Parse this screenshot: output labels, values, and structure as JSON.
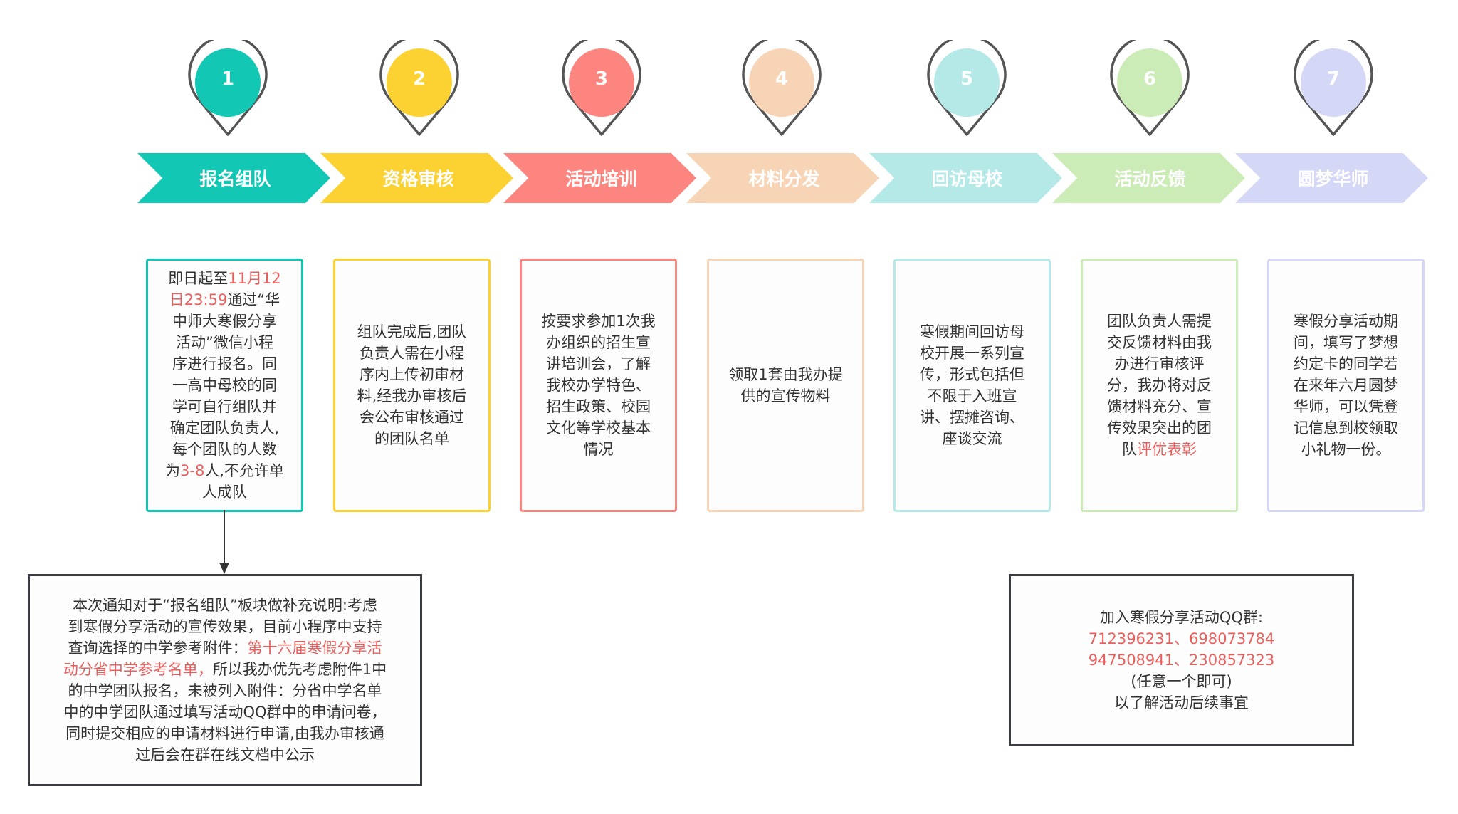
{
  "colors": {
    "steps": [
      "#12c8b4",
      "#fcd232",
      "#fd8580",
      "#f7d4b5",
      "#b4e9e8",
      "#cbecb6",
      "#d5d7f6"
    ],
    "highlight": "#e8605e",
    "pin_outline": "#555555"
  },
  "steps": [
    {
      "number": "1",
      "title": "报名组队",
      "lines": [
        [
          {
            "t": "即日起至"
          },
          {
            "t": "11月12",
            "hl": true
          }
        ],
        [
          {
            "t": "日23:59",
            "hl": true
          },
          {
            "t": "通过“华"
          }
        ],
        [
          {
            "t": "中师大寒假分享"
          }
        ],
        [
          {
            "t": "活动”微信小程"
          }
        ],
        [
          {
            "t": "序进行报名。同"
          }
        ],
        [
          {
            "t": "一高中母校的同"
          }
        ],
        [
          {
            "t": "学可自行组队并"
          }
        ],
        [
          {
            "t": "确定团队负责人,"
          }
        ],
        [
          {
            "t": "每个团队的人数"
          }
        ],
        [
          {
            "t": "为"
          },
          {
            "t": "3-8",
            "hl": true
          },
          {
            "t": "人,不允许单"
          }
        ],
        [
          {
            "t": "人成队"
          }
        ]
      ]
    },
    {
      "number": "2",
      "title": "资格审核",
      "lines": [
        [
          {
            "t": "组队完成后,团队"
          }
        ],
        [
          {
            "t": "负责人需在小程"
          }
        ],
        [
          {
            "t": "序内上传初审材"
          }
        ],
        [
          {
            "t": "料,经我办审核后"
          }
        ],
        [
          {
            "t": "会公布审核通过"
          }
        ],
        [
          {
            "t": "的团队名单"
          }
        ]
      ]
    },
    {
      "number": "3",
      "title": "活动培训",
      "lines": [
        [
          {
            "t": "按要求参加1次我"
          }
        ],
        [
          {
            "t": "办组织的招生宣"
          }
        ],
        [
          {
            "t": "讲培训会，了解"
          }
        ],
        [
          {
            "t": "我校办学特色、"
          }
        ],
        [
          {
            "t": "招生政策、校园"
          }
        ],
        [
          {
            "t": "文化等学校基本"
          }
        ],
        [
          {
            "t": "情况"
          }
        ]
      ]
    },
    {
      "number": "4",
      "title": "材料分发",
      "lines": [
        [
          {
            "t": "领取1套由我办提"
          }
        ],
        [
          {
            "t": "供的宣传物料"
          }
        ]
      ]
    },
    {
      "number": "5",
      "title": "回访母校",
      "lines": [
        [
          {
            "t": "寒假期间回访母"
          }
        ],
        [
          {
            "t": "校开展一系列宣"
          }
        ],
        [
          {
            "t": "传，形式包括但"
          }
        ],
        [
          {
            "t": "不限于入班宣"
          }
        ],
        [
          {
            "t": "讲、摆摊咨询、"
          }
        ],
        [
          {
            "t": "座谈交流"
          }
        ]
      ]
    },
    {
      "number": "6",
      "title": "活动反馈",
      "lines": [
        [
          {
            "t": "团队负责人需提"
          }
        ],
        [
          {
            "t": "交反馈材料由我"
          }
        ],
        [
          {
            "t": "办进行审核评"
          }
        ],
        [
          {
            "t": "分，我办将对反"
          }
        ],
        [
          {
            "t": "馈材料充分、宣"
          }
        ],
        [
          {
            "t": "传效果突出的团"
          }
        ],
        [
          {
            "t": "队"
          },
          {
            "t": "评优表彰",
            "hl": true
          }
        ]
      ]
    },
    {
      "number": "7",
      "title": "圆梦华师",
      "lines": [
        [
          {
            "t": "寒假分享活动期"
          }
        ],
        [
          {
            "t": "间，填写了梦想"
          }
        ],
        [
          {
            "t": "约定卡的同学若"
          }
        ],
        [
          {
            "t": "在来年六月圆梦"
          }
        ],
        [
          {
            "t": "华师，可以凭登"
          }
        ],
        [
          {
            "t": "记信息到校领取"
          }
        ],
        [
          {
            "t": "小礼物一份。"
          }
        ]
      ]
    }
  ],
  "supplement_note": {
    "lines": [
      [
        {
          "t": "本次通知对于“报名组队”板块做补充说明:考虑"
        }
      ],
      [
        {
          "t": "到寒假分享活动的宣传效果，目前小程序中支持"
        }
      ],
      [
        {
          "t": "查询选择的中学参考附件："
        },
        {
          "t": "第十六届寒假分享活",
          "hl": true
        }
      ],
      [
        {
          "t": "动分省中学参考名单，",
          "hl": true
        },
        {
          "t": "所以我办优先考虑附件1中"
        }
      ],
      [
        {
          "t": "的中学团队报名，未被列入附件：分省中学名单"
        }
      ],
      [
        {
          "t": "中的中学团队通过填写活动QQ群中的申请问卷，"
        }
      ],
      [
        {
          "t": "同时提交相应的申请材料进行申请,由我办审核通"
        }
      ],
      [
        {
          "t": "过后会在群在线文档中公示"
        }
      ]
    ]
  },
  "qq_note": {
    "lines": [
      [
        {
          "t": "加入寒假分享活动QQ群:"
        }
      ],
      [
        {
          "t": "712396231、698073784",
          "hl": true
        }
      ],
      [
        {
          "t": "947508941、230857323",
          "hl": true
        }
      ],
      [
        {
          "t": "(任意一个即可)"
        }
      ],
      [
        {
          "t": "以了解活动后续事宜"
        }
      ]
    ]
  }
}
